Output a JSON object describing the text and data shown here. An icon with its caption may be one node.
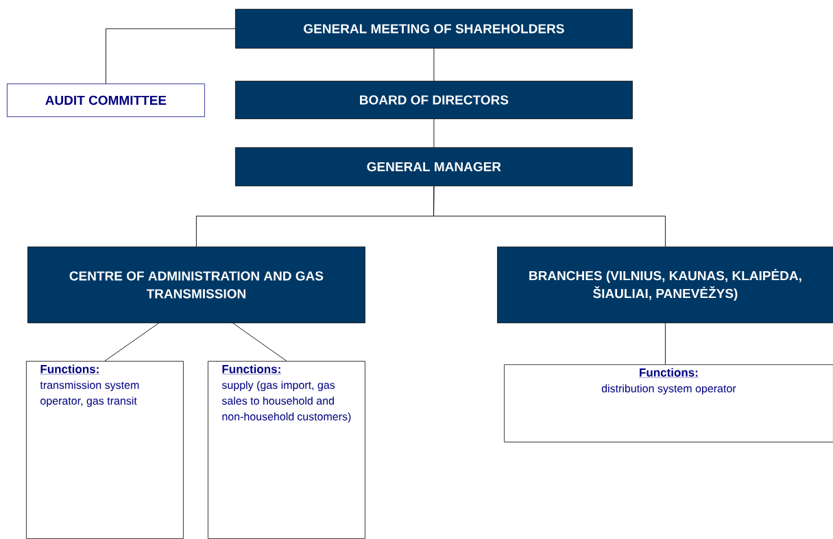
{
  "diagram": {
    "nodes": [
      {
        "text": [
          "GENERAL MEETING OF SHAREHOLDERS"
        ]
      },
      {
        "text": [
          "AUDIT COMMITTEE"
        ]
      },
      {
        "text": [
          "BOARD OF DIRECTORS"
        ]
      },
      {
        "text": [
          "GENERAL MANAGER"
        ]
      },
      {
        "text": [
          "CENTRE OF ADMINISTRATION AND GAS TRANSMISSION"
        ]
      },
      {
        "text": [
          "BRANCHES (VILNIUS, KAUNAS, KLAIPĖDA, ŠIAULIAI, PANEVĖŽYS)"
        ]
      },
      {
        "text": [
          "Functions:",
          "transmission system operator, gas transit"
        ]
      },
      {
        "text": [
          "Functions:",
          "supply (gas import, gas sales to household and non-household customers)"
        ]
      },
      {
        "text": [
          "Functions:",
          "distribution system operator"
        ]
      }
    ],
    "edges": [
      {
        "from": 0,
        "to": 1,
        "arrow": "none"
      },
      {
        "from": 0,
        "to": 2,
        "arrow": "none"
      },
      {
        "from": 2,
        "to": 3,
        "arrow": "none"
      },
      {
        "from": 3,
        "to": 4,
        "arrow": "none"
      },
      {
        "from": 3,
        "to": 5,
        "arrow": "none"
      },
      {
        "from": 4,
        "to": 6,
        "arrow": "none"
      },
      {
        "from": 4,
        "to": 7,
        "arrow": "none"
      },
      {
        "from": 5,
        "to": 8,
        "arrow": "none"
      }
    ]
  }
}
